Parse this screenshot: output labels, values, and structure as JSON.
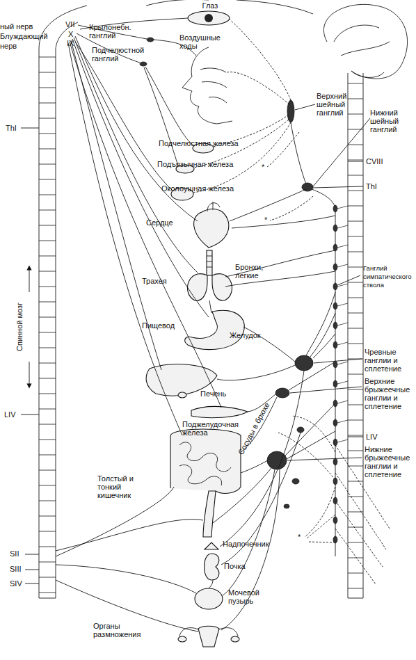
{
  "diagram": {
    "labels": [
      "Глаз",
      "ный нерв",
      "VII",
      "Крылонебн. ганглий",
      "Блуждающий",
      "X",
      "Воздушные ходы",
      "нерв",
      "IX",
      "Подчелюстной ганглий",
      "Верхний шейный ганглий",
      "Нижний шейный ганглий",
      "ThI",
      "Подчелюстная железа",
      "CVIII",
      "Подъязычная железа",
      "*",
      "ThI",
      "Околоушная железа",
      "*",
      "Сердце",
      "Бронхи, легкие",
      "Ганглий симпатического ствола",
      "Трахея",
      "Спинной мозг",
      "Пищевод",
      "Желудок",
      "Чревные ганглии и сплетение",
      "Печень",
      "Верхние брыжеечные ганглии и сплетение",
      "Поджелудочная железа",
      "LIV",
      "Сосуды в брюхе",
      "LIV",
      "Нижние брыжеечные ганглии и сплетение",
      "Толстый и тонкий кишечник",
      "*",
      "Надпочечник",
      "SII",
      "Почка",
      "SIII",
      "SIV",
      "Мочевой пузырь",
      "Органы размножения"
    ]
  }
}
